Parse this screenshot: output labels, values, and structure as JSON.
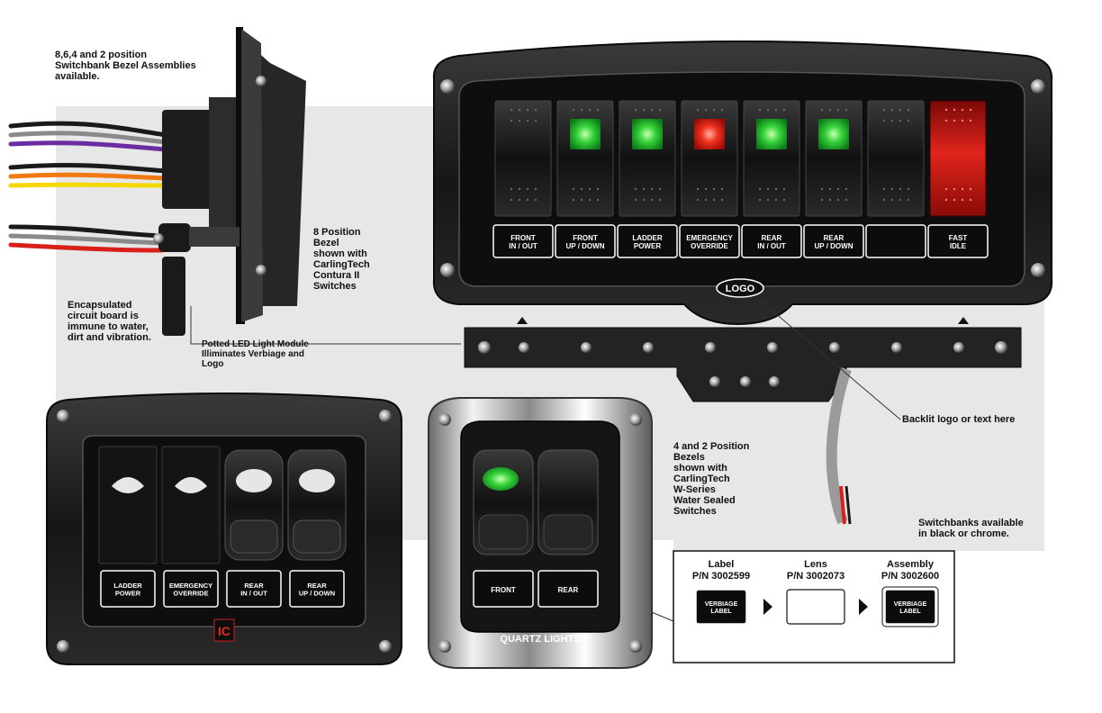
{
  "annotations": {
    "bezel_assemblies": [
      "8,6,4 and 2 position",
      "Switchbank Bezel Assemblies",
      "available."
    ],
    "eight_position": [
      "8 Position",
      "Bezel",
      "shown with",
      "CarlingTech",
      "Contura II",
      "Switches"
    ],
    "encapsulated": [
      "Encapsulated",
      "circuit board is",
      "immune to water,",
      "dirt and vibration."
    ],
    "led_module": [
      "Potted LED Light Module",
      "Illiminates Verbiage and",
      "Logo"
    ],
    "backlit": "Backlit logo or text here",
    "four_two": [
      "4 and 2 Position",
      "Bezels",
      "shown with",
      "CarlingTech",
      "W-Series",
      "Water Sealed",
      "Switches"
    ],
    "finish": [
      "Switchbanks available",
      "in black or chrome."
    ]
  },
  "large_bezel": {
    "logo_text": "LOGO",
    "switches": [
      {
        "line1": "FRONT",
        "line2": "IN / OUT",
        "indicator": "none"
      },
      {
        "line1": "FRONT",
        "line2": "UP / DOWN",
        "indicator": "green"
      },
      {
        "line1": "LADDER",
        "line2": "POWER",
        "indicator": "green"
      },
      {
        "line1": "EMERGENCY",
        "line2": "OVERRIDE",
        "indicator": "red"
      },
      {
        "line1": "REAR",
        "line2": "IN / OUT",
        "indicator": "green"
      },
      {
        "line1": "REAR",
        "line2": "UP / DOWN",
        "indicator": "green"
      },
      {
        "line1": "",
        "line2": "",
        "indicator": "none"
      },
      {
        "line1": "FAST",
        "line2": "IDLE",
        "indicator": "red-full"
      }
    ]
  },
  "four_bezel": {
    "labels": [
      {
        "line1": "LADDER",
        "line2": "POWER"
      },
      {
        "line1": "EMERGENCY",
        "line2": "OVERRIDE"
      },
      {
        "line1": "REAR",
        "line2": "IN / OUT"
      },
      {
        "line1": "REAR",
        "line2": "UP / DOWN"
      }
    ],
    "brand_mark": "IC"
  },
  "two_bezel": {
    "labels": [
      "FRONT",
      "REAR"
    ],
    "brand": "QUARTZ LIGHTS"
  },
  "parts": [
    {
      "title": "Label",
      "pn": "P/N 3002599",
      "line1": "VERBIAGE",
      "line2": "LABEL"
    },
    {
      "title": "Lens",
      "pn": "P/N 3002073",
      "line1": "",
      "line2": ""
    },
    {
      "title": "Assembly",
      "pn": "P/N 3002600",
      "line1": "VERBIAGE",
      "line2": "LABEL"
    }
  ],
  "colors": {
    "bezel": "#1c1c1c",
    "panel_gray": "#e6e6e6",
    "led_green": "#2ecc40",
    "led_red": "#e8281e",
    "wire_purple": "#6a2ca0",
    "wire_orange": "#f07a10",
    "wire_yellow": "#f5d800",
    "wire_red": "#d8201a"
  }
}
